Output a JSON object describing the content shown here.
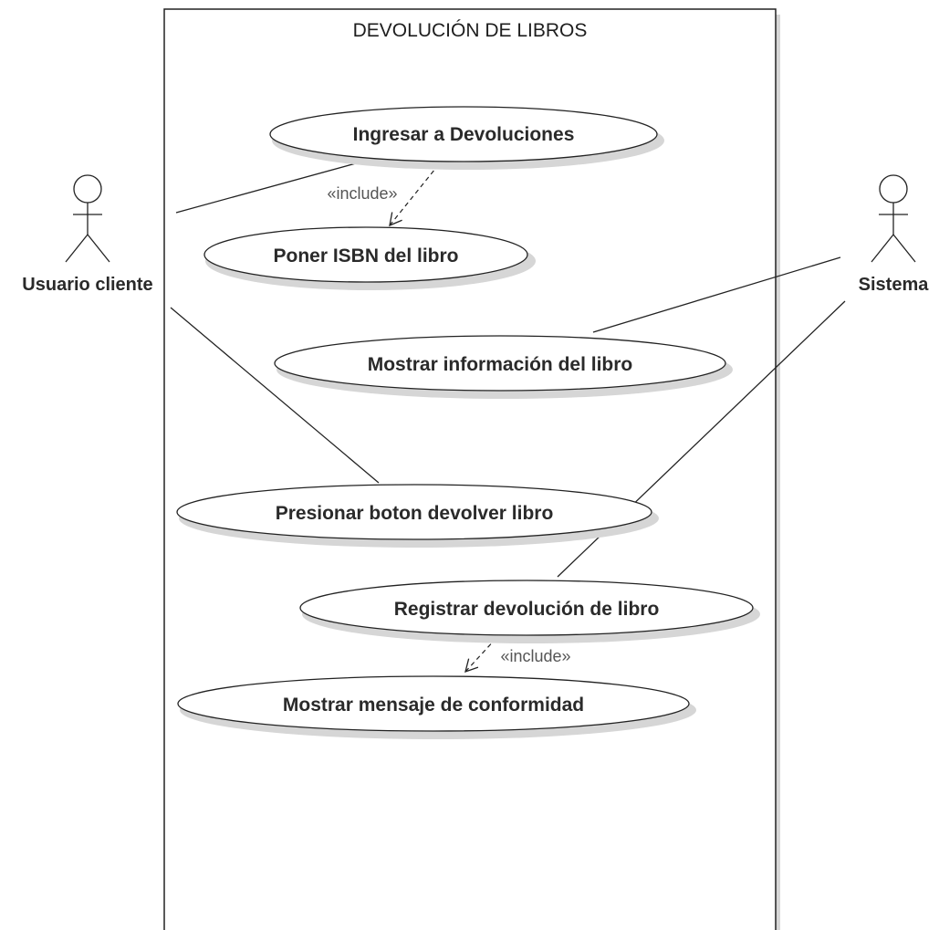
{
  "system": {
    "title": "DEVOLUCIÓN DE LIBROS"
  },
  "actors": {
    "client": {
      "label": "Usuario cliente"
    },
    "system": {
      "label": "Sistema"
    }
  },
  "use_cases": {
    "ingresar": "Ingresar a Devoluciones",
    "isbn": "Poner ISBN del libro",
    "mostrar_info": "Mostrar información del libro",
    "presionar": "Presionar boton devolver libro",
    "registrar": "Registrar devolución de libro",
    "mensaje": "Mostrar mensaje de conformidad"
  },
  "relations": {
    "include_1": "«include»",
    "include_2": "«include»"
  },
  "colors": {
    "line": "#222222",
    "shadow": "#d6d6d6",
    "background": "#ffffff"
  }
}
